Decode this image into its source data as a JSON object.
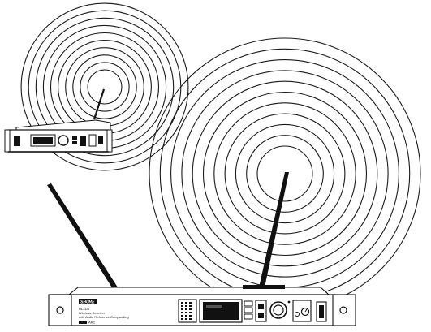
{
  "diagram": {
    "description_free": true,
    "colors": {
      "stroke": "#111111",
      "background": "#ffffff"
    },
    "top_unit": {
      "rings": 10
    },
    "bottom_unit": {
      "rings": 11,
      "brand": "SHURE",
      "model_lines": [
        "ULXD4",
        "Wireless Receiver",
        "with Audio Reference Companding"
      ],
      "badge_text": "ARC"
    }
  }
}
